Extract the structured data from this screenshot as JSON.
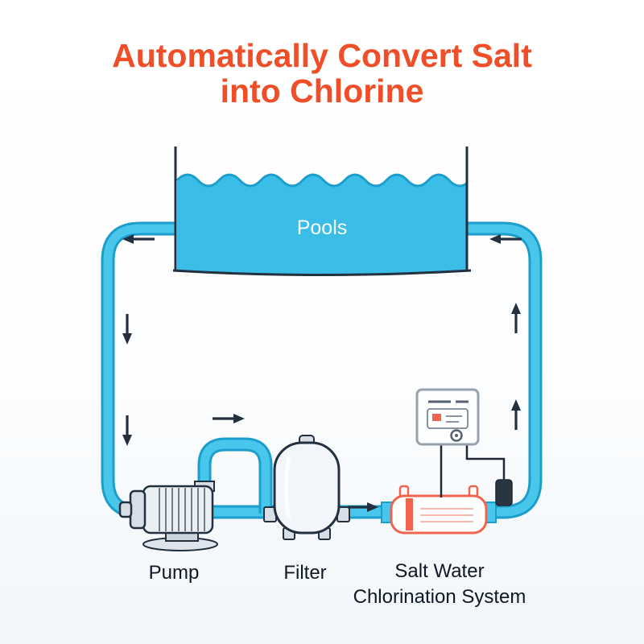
{
  "title": {
    "line1": "Automatically Convert Salt",
    "line2": "into Chlorine"
  },
  "diagram": {
    "pool_label": "Pools",
    "pump_label": "Pump",
    "filter_label": "Filter",
    "chlorinator_label_line1": "Salt Water",
    "chlorinator_label_line2": "Chlorination System"
  },
  "colors": {
    "title": "#F04E29",
    "water": "#3ABEE8",
    "pipe_fill": "#49C6EC",
    "pipe_stroke": "#1B9ECB",
    "outline": "#22303F",
    "accent": "#F0634C",
    "text": "#101826"
  }
}
